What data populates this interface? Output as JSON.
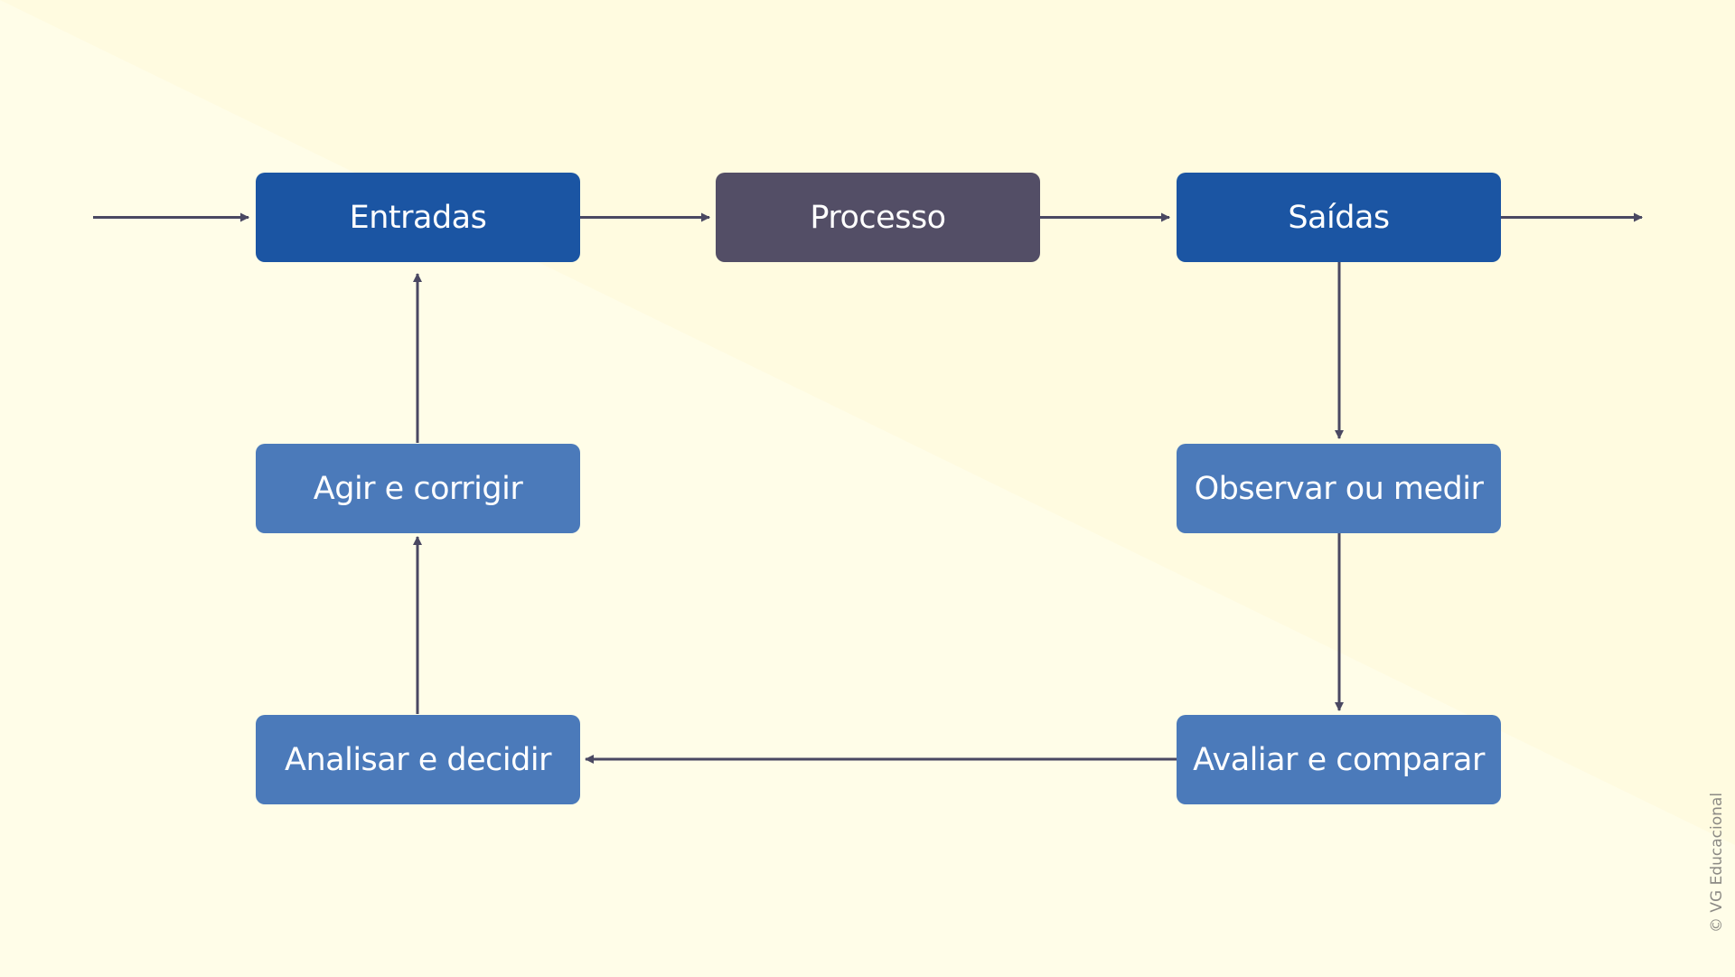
{
  "colors": {
    "background": "#fffde8",
    "background_band": "#fffbe0",
    "primary_node": "#1b55a3",
    "process_node": "#534e66",
    "feedback_node": "#4b7aba",
    "arrow": "#4a4862",
    "credit_text": "#8c8a85"
  },
  "nodes": {
    "entradas": "Entradas",
    "processo": "Processo",
    "saidas": "Saídas",
    "observar": "Observar ou medir",
    "avaliar": "Avaliar e comparar",
    "analisar": "Analisar e decidir",
    "agir": "Agir e corrigir"
  },
  "edges": [
    {
      "from": "input",
      "to": "entradas"
    },
    {
      "from": "entradas",
      "to": "processo"
    },
    {
      "from": "processo",
      "to": "saidas"
    },
    {
      "from": "saidas",
      "to": "output"
    },
    {
      "from": "saidas",
      "to": "observar"
    },
    {
      "from": "observar",
      "to": "avaliar"
    },
    {
      "from": "avaliar",
      "to": "analisar"
    },
    {
      "from": "analisar",
      "to": "agir"
    },
    {
      "from": "agir",
      "to": "entradas"
    }
  ],
  "credit": "© VG Educacional"
}
